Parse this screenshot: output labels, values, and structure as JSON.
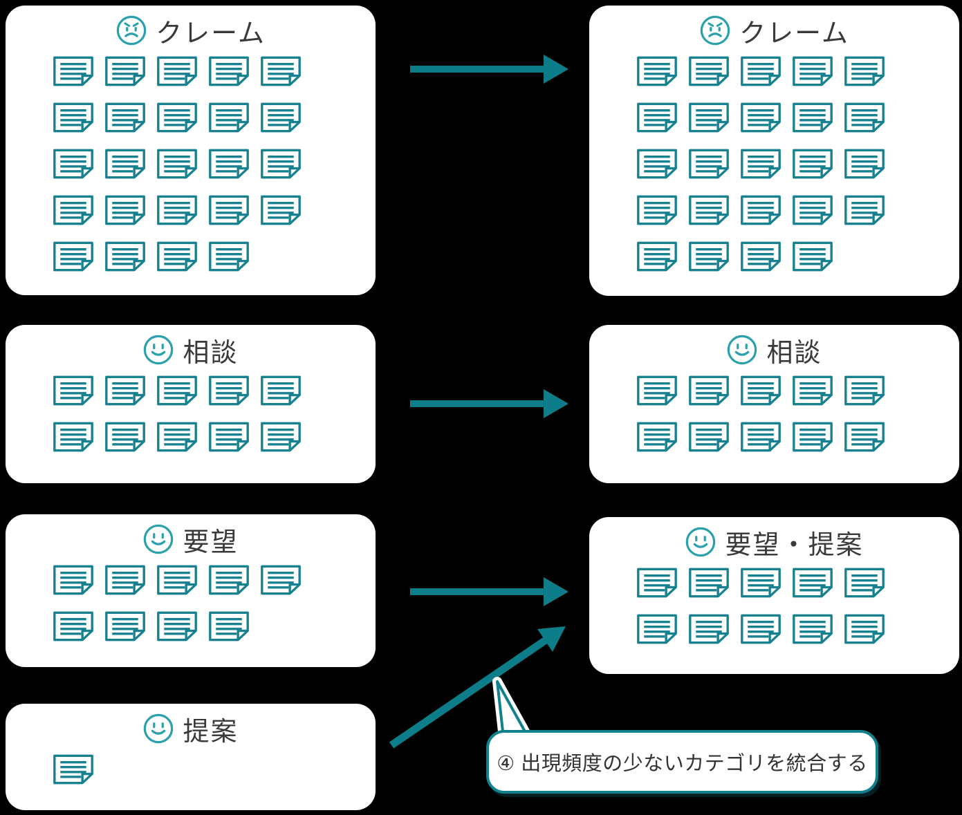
{
  "background_color": "#000000",
  "colors": {
    "box_background": "#ffffff",
    "face_icon": "#2ba1ad",
    "document_icon": "#17818f",
    "arrow": "#0d7d8a",
    "title_text": "#3a3a3a",
    "callout_border": "#12818e",
    "callout_text": "#333333"
  },
  "boxes": {
    "left": [
      {
        "label": "クレーム",
        "mood": "angry",
        "document_rows": [
          5,
          5,
          5,
          5,
          4
        ],
        "document_count": 24
      },
      {
        "label": "相談",
        "mood": "happy",
        "document_rows": [
          5,
          5
        ],
        "document_count": 10
      },
      {
        "label": "要望",
        "mood": "happy",
        "document_rows": [
          5,
          4
        ],
        "document_count": 9
      },
      {
        "label": "提案",
        "mood": "happy",
        "document_rows": [
          1
        ],
        "document_count": 1
      }
    ],
    "right": [
      {
        "label": "クレーム",
        "mood": "angry",
        "document_rows": [
          5,
          5,
          5,
          5,
          4
        ],
        "document_count": 24
      },
      {
        "label": "相談",
        "mood": "happy",
        "document_rows": [
          5,
          5
        ],
        "document_count": 10
      },
      {
        "label": "要望・提案",
        "mood": "happy",
        "document_rows": [
          5,
          5
        ],
        "document_count": 10
      }
    ]
  },
  "callout": {
    "label": "④ 出現頻度の少ないカテゴリを統合する"
  }
}
